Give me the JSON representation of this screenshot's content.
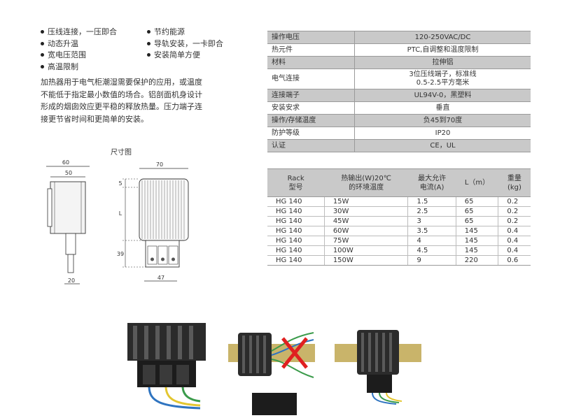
{
  "features": {
    "left": [
      "压线连接，一压即合",
      "动态升温",
      "宽电压范围",
      "高温限制"
    ],
    "right": [
      "节约能源",
      "导轨安装，一卡即合",
      "安装简单方便"
    ]
  },
  "description": [
    "加热器用于电气柜潮湿需要保护的应用，或温度",
    "不能低于指定最小数值的场合。铝剖面机身设计",
    "形成的烟囱效应更平稳的释放热量。压力端子连",
    "接更节省时间和更简单的安装。"
  ],
  "dimensions": {
    "title": "尺寸图",
    "labels": {
      "d60": "60",
      "d50": "50",
      "d70": "70",
      "d5": "5",
      "dL": "L",
      "d39": "39",
      "d20": "20",
      "d47": "47"
    }
  },
  "specs": [
    {
      "key": "操作电压",
      "value": "120-250VAC/DC",
      "shade": true
    },
    {
      "key": "热元件",
      "value": "PTC,自调整和温度限制",
      "shade": false
    },
    {
      "key": "材料",
      "value": "拉伸铝",
      "shade": true
    },
    {
      "key": "电气连接",
      "value": "3位压线端子，标准线",
      "value2": "0.5-2.5平方毫米",
      "shade": false
    },
    {
      "key": "连接端子",
      "value": "UL94V-0，黑塑料",
      "shade": true
    },
    {
      "key": "安装安求",
      "value": "垂直",
      "shade": false
    },
    {
      "key": "操作/存储温度",
      "value": "负45到70度",
      "shade": true
    },
    {
      "key": "防护等级",
      "value": "IP20",
      "shade": false
    },
    {
      "key": "认证",
      "value": "CE，UL",
      "shade": true
    }
  ],
  "products": {
    "headers": [
      {
        "l1": "Rack",
        "l2": "型号"
      },
      {
        "l1": "热输出(W)20℃",
        "l2": "的环境温度"
      },
      {
        "l1": "最大允许",
        "l2": "电流(A)"
      },
      {
        "l1": "L（m）",
        "l2": ""
      },
      {
        "l1": "重量",
        "l2": "(kg)"
      }
    ],
    "rows": [
      [
        "HG 140",
        "15W",
        "1.5",
        "65",
        "0.2"
      ],
      [
        "HG 140",
        "30W",
        "2.5",
        "65",
        "0.2"
      ],
      [
        "HG 140",
        "45W",
        "3",
        "65",
        "0.2"
      ],
      [
        "HG 140",
        "60W",
        "3.5",
        "145",
        "0.4"
      ],
      [
        "HG 140",
        "75W",
        "4",
        "145",
        "0.4"
      ],
      [
        "HG 140",
        "100W",
        "4.5",
        "145",
        "0.4"
      ],
      [
        "HG 140",
        "150W",
        "9",
        "220",
        "0.6"
      ]
    ]
  },
  "colors": {
    "header_gray": "#c9c9c9",
    "rail": "#c9b46a",
    "housing": "#2b2b2b",
    "fins": "#5a5a5a",
    "wire_green": "#3b9b4b",
    "wire_blue": "#2f74c0",
    "wire_yellow": "#e3c630",
    "cross": "#e02020"
  }
}
